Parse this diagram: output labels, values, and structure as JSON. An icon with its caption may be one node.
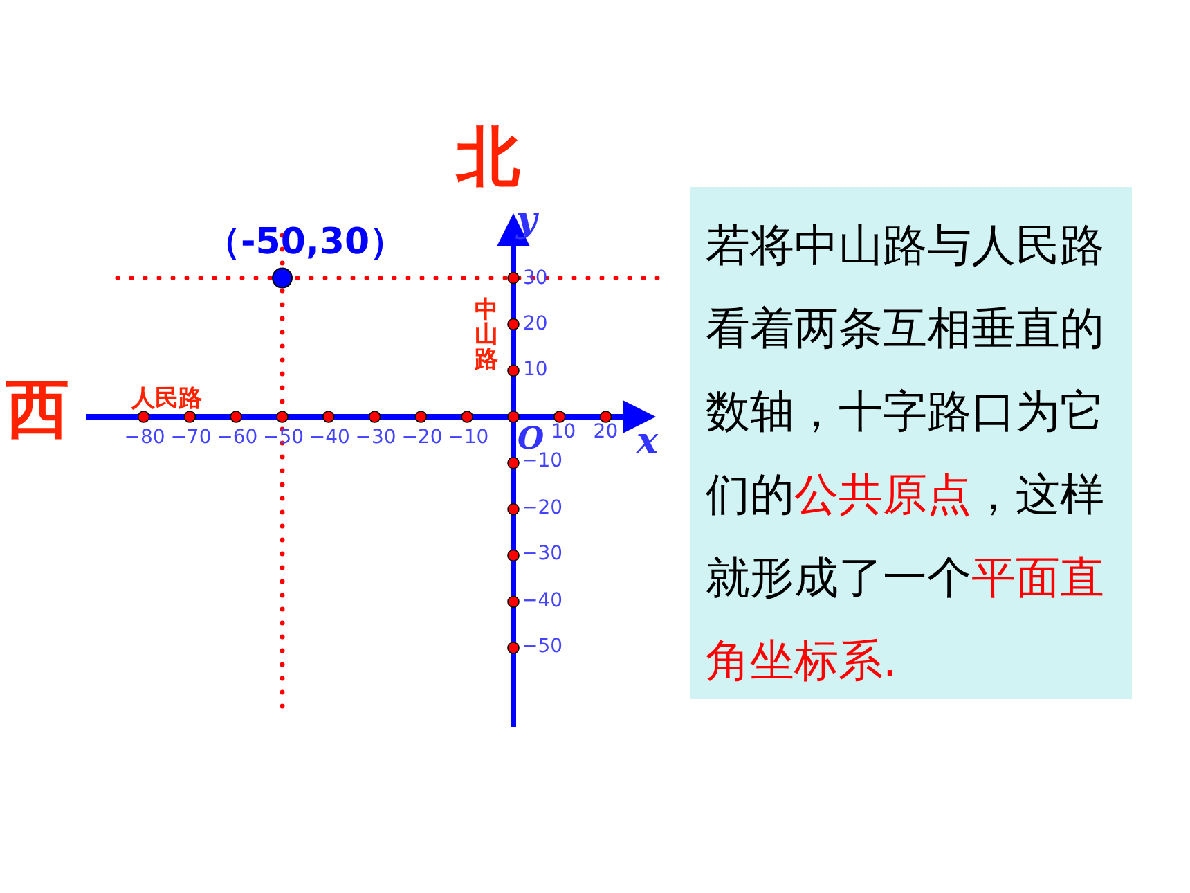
{
  "diagram": {
    "nodes": [
      {
        "text": [
          "若将中山路与人民路看着两条互相垂直的数轴，十字路口为它们的**公共原点**，这样就形成了一个**平面直角坐标系.**"
        ]
      }
    ],
    "labels": [
      "北",
      "y",
      "（-50,30）",
      "30",
      "20",
      "中山路",
      "10",
      "西",
      "人民路",
      "−80",
      "−70",
      "−60",
      "−50",
      "−40",
      "−30",
      "−20",
      "−10",
      "O",
      "10",
      "20",
      "x",
      "−10",
      "−20",
      "−30",
      "−40",
      "−50"
    ]
  }
}
